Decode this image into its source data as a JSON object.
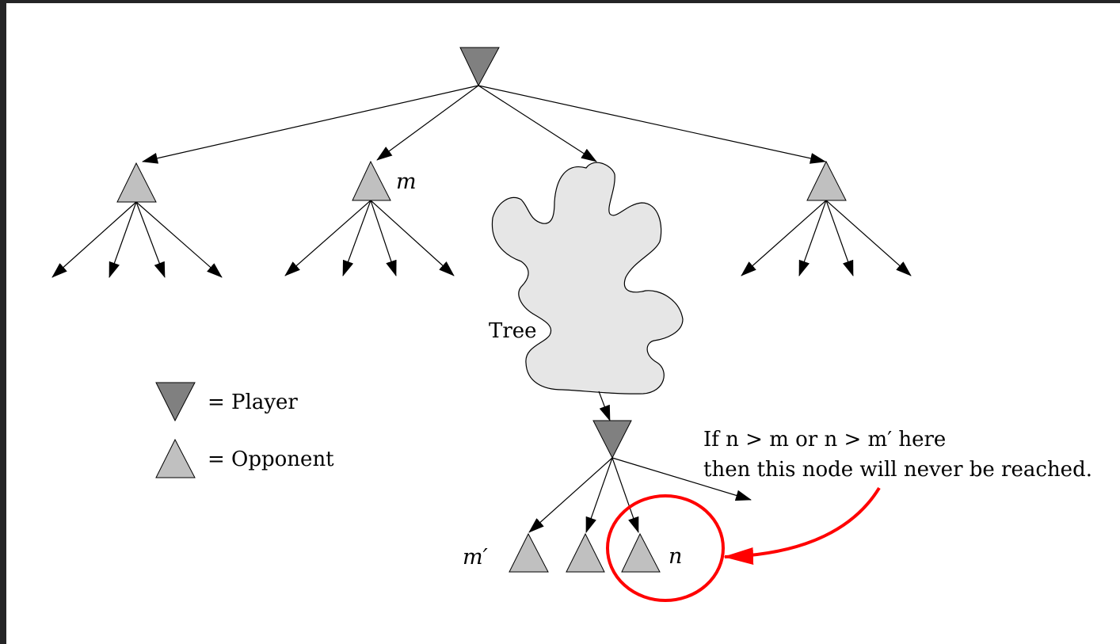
{
  "labels": {
    "m": "m",
    "m_prime": "m′",
    "n": "n",
    "tree": "Tree"
  },
  "legend": {
    "player_label": "= Player",
    "opponent_label": "= Opponent"
  },
  "annotation": {
    "line1": "If n > m or n > m′ here",
    "line2": "then this node will never be reached."
  },
  "colors": {
    "player_fill": "#808080",
    "opponent_fill": "#c0c0c0",
    "tree_fill": "#e6e6e6",
    "highlight": "#ff0000",
    "frame": "#252526"
  },
  "icons": {
    "player": "down-triangle",
    "opponent": "up-triangle",
    "tree": "cloud-shape"
  }
}
